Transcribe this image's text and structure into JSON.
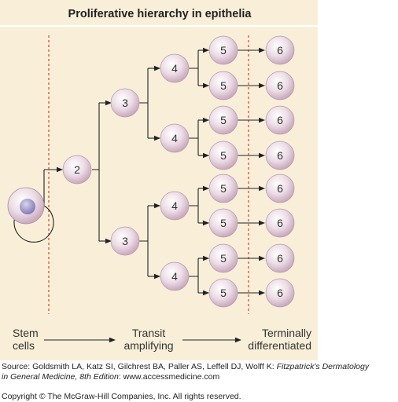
{
  "diagram": {
    "title": "Proliferative hierarchy in epithelia",
    "cell_labels": {
      "g2": "2",
      "g3": "3",
      "g4": "4",
      "g5": "5",
      "g6": "6"
    },
    "stages": {
      "stem_line1": "Stem",
      "stem_line2": "cells",
      "transit_line1": "Transit",
      "transit_line2": "amplifying",
      "terminal_line1": "Terminally",
      "terminal_line2": "differentiated"
    },
    "colors": {
      "background": "#f9efd9",
      "divider": "#d9412e",
      "cell": "#e4cfdc",
      "nucleus": "#9c94c4",
      "line": "#222222"
    }
  },
  "footer": {
    "source_prefix": "Source: Goldsmith LA, Katz SI, Gilchrest BA, Paller AS, Leffell DJ, Wolff K: ",
    "source_title_a": "Fitzpatrick's Dermatology",
    "source_title_b": "in General Medicine, 8th Edition",
    "source_suffix": ": www.accessmedicine.com",
    "copyright": "Copyright © The McGraw-Hill Companies, Inc. All rights reserved."
  }
}
